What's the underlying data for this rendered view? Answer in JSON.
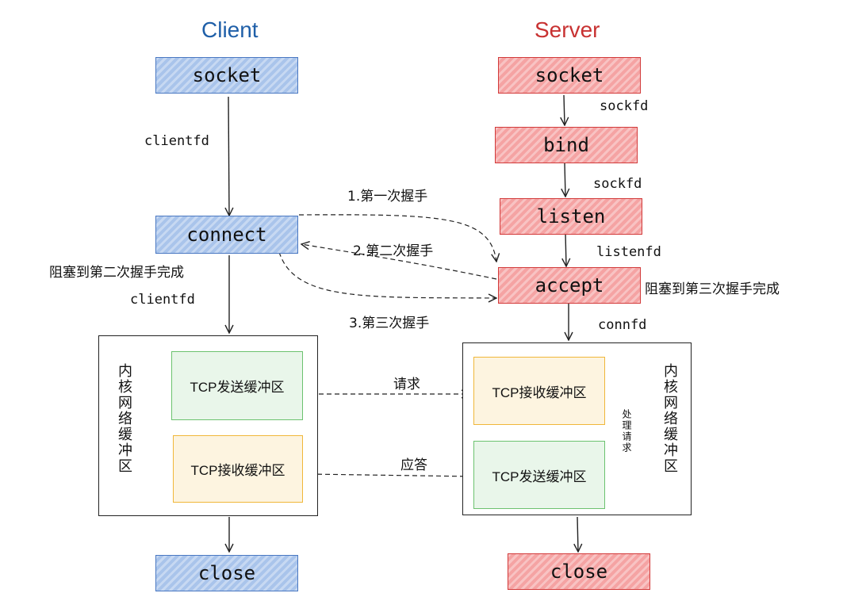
{
  "titles": {
    "client": "Client",
    "server": "Server"
  },
  "colors": {
    "client": "#1f5fa8",
    "server": "#c83232"
  },
  "client": {
    "socket": "socket",
    "connect": "connect",
    "close": "close",
    "fd1": "clientfd",
    "fd2": "clientfd",
    "block_note": "阻塞到第二次握手完成",
    "kernel_label": "内核网络缓冲区",
    "send_buf": "TCP发送缓冲区",
    "recv_buf": "TCP接收缓冲区"
  },
  "server": {
    "socket": "socket",
    "bind": "bind",
    "listen": "listen",
    "accept": "accept",
    "close": "close",
    "fd1": "sockfd",
    "fd2": "sockfd",
    "fd3": "listenfd",
    "fd4": "connfd",
    "block_note": "阻塞到第三次握手完成",
    "kernel_label": "内核网络缓冲区",
    "recv_buf": "TCP接收缓冲区",
    "send_buf": "TCP发送缓冲区",
    "process": "处理请求"
  },
  "handshake": {
    "first": "1.第一次握手",
    "second": "2.第二次握手",
    "third": "3.第三次握手"
  },
  "exchange": {
    "request": "请求",
    "response": "应答"
  }
}
